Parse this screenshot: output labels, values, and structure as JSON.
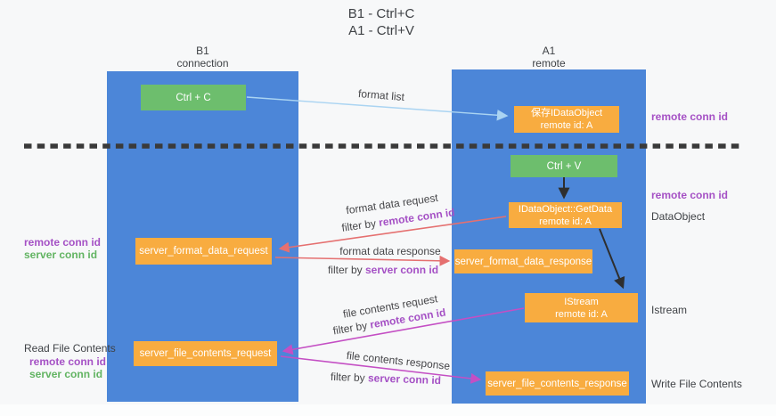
{
  "title": {
    "line1": "B1 - Ctrl+C",
    "line2": "A1 - Ctrl+V"
  },
  "columns": {
    "b1": {
      "name": "B1",
      "role": "connection"
    },
    "a1": {
      "name": "A1",
      "role": "remote"
    }
  },
  "nodes": {
    "ctrl_c": "Ctrl + C",
    "ctrl_v": "Ctrl + V",
    "save_idataobject": {
      "line1": "保存IDataObject",
      "line2": "remote id: A"
    },
    "getdata": {
      "line1": "IDataObject::GetData",
      "line2": "remote id: A"
    },
    "istream": {
      "line1": "IStream",
      "line2": "remote id: A"
    },
    "server_format_data_request": "server_format_data_request",
    "server_format_data_response": "server_format_data_response",
    "server_file_contents_request": "server_file_contents_request",
    "server_file_contents_response": "server_file_contents_response"
  },
  "edge_labels": {
    "format_list": "format list",
    "format_data_request": "format data request",
    "format_data_response": "format data response",
    "file_contents_request": "file contents request",
    "file_contents_response": "file contents response",
    "filter_by": "filter by ",
    "remote_conn_id": "remote conn id",
    "server_conn_id": "server conn id"
  },
  "side_labels": {
    "right_remote_conn_id_top": "remote conn id",
    "right_remote_conn_id_mid": "remote conn id",
    "data_object": "DataObject",
    "istream": "Istream",
    "write_file_contents": "Write File Contents",
    "left_remote_conn_id_1": "remote conn id",
    "left_server_conn_id_1": "server conn id",
    "read_file_contents": "Read File Contents",
    "left_remote_conn_id_2": "remote conn id",
    "left_server_conn_id_2": "server conn id"
  },
  "colors": {
    "bg": "#f7f8f9",
    "lane_blue": "#4c86d8",
    "node_green": "#6dbe6d",
    "node_orange": "#f8ac40",
    "label_dark": "#3f4246",
    "label_gray": "#47474a",
    "purple": "#a551c5",
    "green_text": "#62b462",
    "arrow_blue": "#aad4f2",
    "arrow_black": "#2e2e2e",
    "arrow_red": "#e57070",
    "arrow_magenta": "#c44fc4",
    "dash_color": "#3a3a3a"
  }
}
